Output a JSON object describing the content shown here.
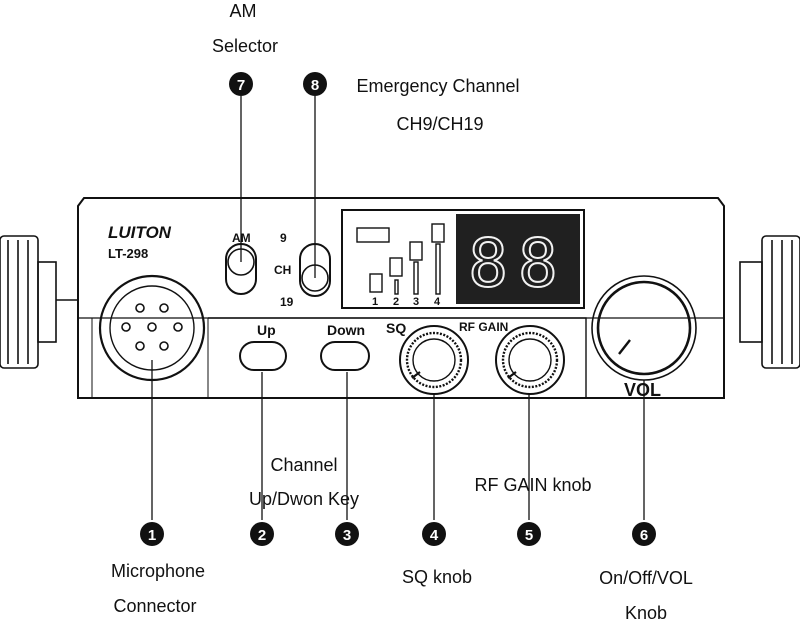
{
  "radio": {
    "brand": "LUITON",
    "model": "LT-298",
    "am_label": "AM",
    "ch9_label": "9",
    "ch_label": "CH",
    "ch19_label": "19",
    "up_label": "Up",
    "down_label": "Down",
    "sq_label": "SQ",
    "rfgain_label": "RF GAIN",
    "vol_label": "VOL",
    "meter_labels": [
      "1",
      "2",
      "3",
      "4"
    ],
    "display_digits": "88"
  },
  "callouts": [
    {
      "number": "1",
      "lines": [
        "Microphone",
        "Connector"
      ]
    },
    {
      "number": "2",
      "lines": [
        "Channel",
        "Up/Dwon Key"
      ]
    },
    {
      "number": "3",
      "lines": []
    },
    {
      "number": "4",
      "lines": [
        "SQ knob"
      ]
    },
    {
      "number": "5",
      "lines": [
        "RF GAIN knob"
      ]
    },
    {
      "number": "6",
      "lines": [
        "On/Off/VOL",
        "Knob"
      ]
    },
    {
      "number": "7",
      "lines": [
        "AM",
        "Selector"
      ]
    },
    {
      "number": "8",
      "lines": [
        "Emergency Channel",
        "CH9/CH19"
      ]
    }
  ],
  "colors": {
    "ink": "#111111",
    "display": "#202020",
    "paper": "#ffffff"
  }
}
